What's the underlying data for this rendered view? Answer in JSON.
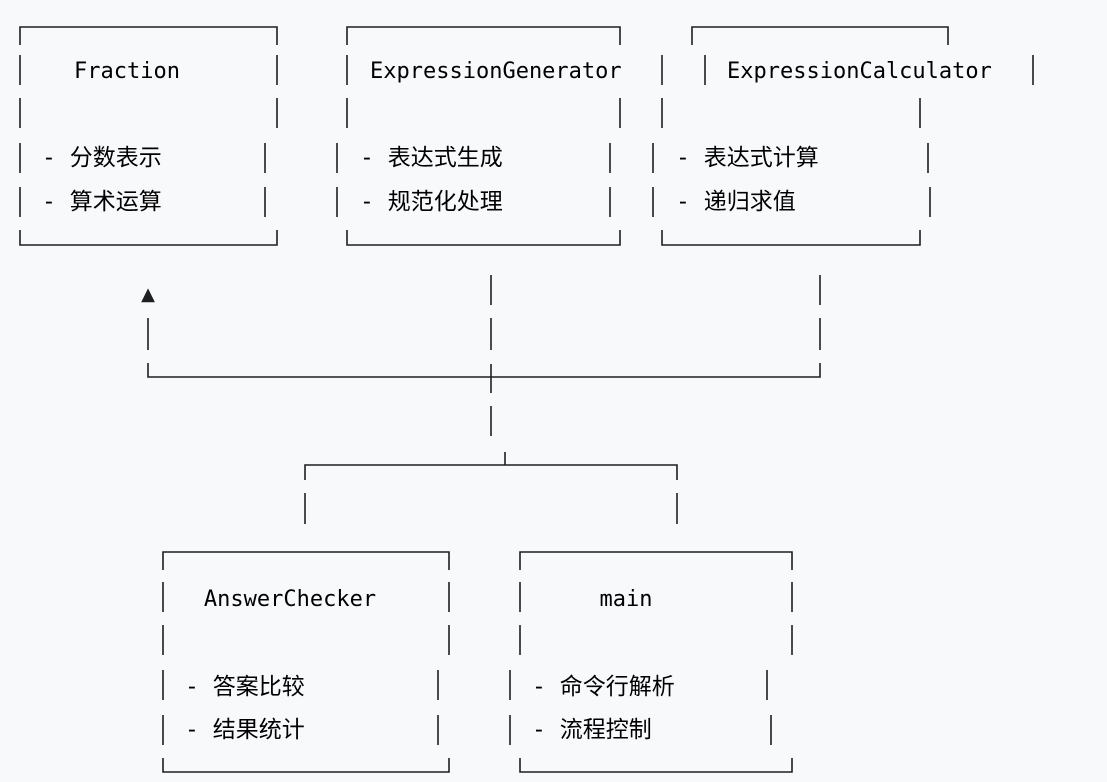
{
  "modules": [
    {
      "title": "Fraction",
      "items": [
        "- 分数表示",
        "- 算术运算"
      ]
    },
    {
      "title": "ExpressionGenerator",
      "items": [
        "- 表达式生成",
        "- 规范化处理"
      ]
    },
    {
      "title": "ExpressionCalculator",
      "items": [
        "- 表达式计算",
        "- 递归求值"
      ]
    },
    {
      "title": "AnswerChecker",
      "items": [
        "- 答案比较",
        "- 结果统计"
      ]
    },
    {
      "title": "main",
      "items": [
        "- 命令行解析",
        "- 流程控制"
      ]
    }
  ],
  "arrow_head": "▲"
}
